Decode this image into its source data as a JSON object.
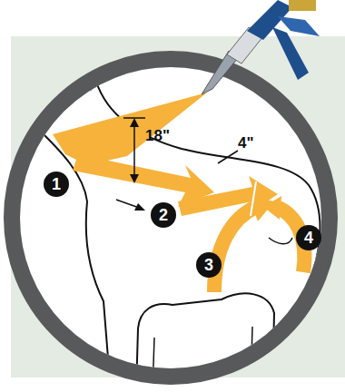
{
  "diagram": {
    "labels": [
      "18\"",
      "4\"",
      "1",
      "2",
      "3",
      "4"
    ]
  }
}
